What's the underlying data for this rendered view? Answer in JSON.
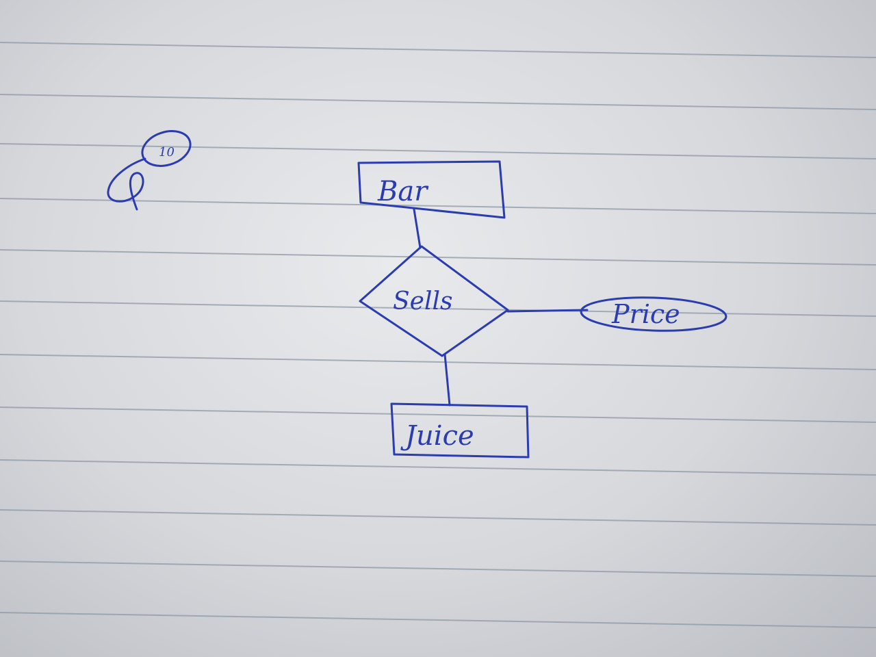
{
  "colors": {
    "ink": "#2b3bb0",
    "rule_line": "#8d9aa8"
  },
  "er_diagram": {
    "entities": [
      {
        "id": "bar",
        "label": "Bar"
      },
      {
        "id": "juice",
        "label": "Juice"
      }
    ],
    "relationship": {
      "label": "Sells"
    },
    "attribute": {
      "label": "Price"
    },
    "corner_mark": {
      "text": "10"
    }
  }
}
